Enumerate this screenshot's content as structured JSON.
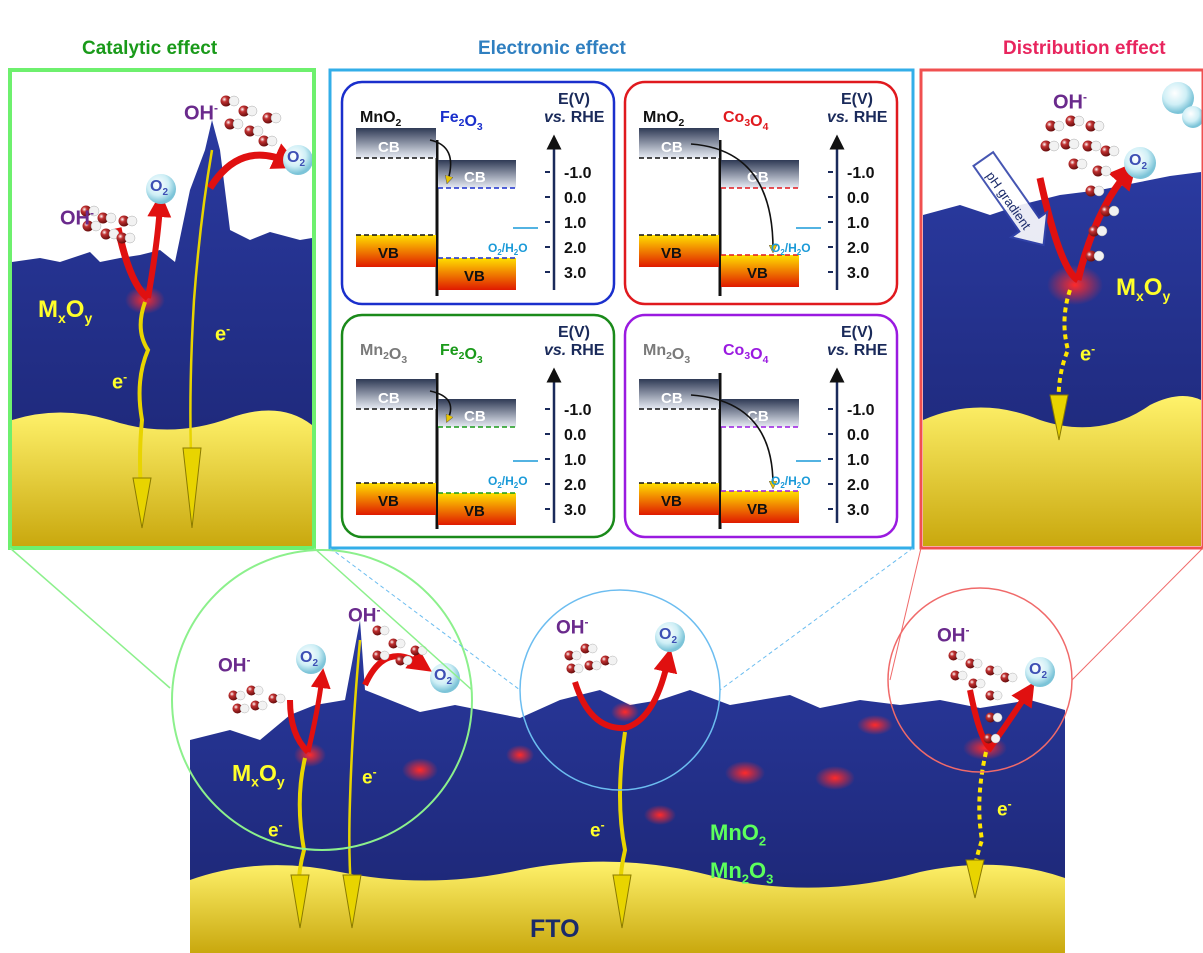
{
  "headers": {
    "catalytic": "Catalytic effect",
    "electronic": "Electronic effect",
    "distribution": "Distribution effect"
  },
  "colors": {
    "catalytic": "#1a9a1a",
    "electronic": "#2f7fc0",
    "distribution": "#e8255e",
    "oh_label": "#6a2a8c",
    "o2_label": "#3d4fb4",
    "yellow_label": "#ffff2a",
    "green_label": "#5cff5c",
    "fto_label": "#1a2a6a"
  },
  "common": {
    "oh": "OH",
    "oh_sup": "-",
    "o2": "O",
    "o2_sub": "2",
    "electron": "e",
    "electron_sup": "-",
    "mxoy": "MxOy"
  },
  "energy_panels": [
    {
      "left": "MnO2",
      "right": "Fe2O3",
      "left_color": "#111111",
      "right_color": "#1a2fcc",
      "border": "#1a2fcc"
    },
    {
      "left": "MnO2",
      "right": "Co3O4",
      "left_color": "#111111",
      "right_color": "#e0191e",
      "border": "#e0191e"
    },
    {
      "left": "Mn2O3",
      "right": "Fe2O3",
      "left_color": "#7a7a7a",
      "right_color": "#1a9a1a",
      "border": "#1a8a1a"
    },
    {
      "left": "Mn2O3",
      "right": "Co3O4",
      "left_color": "#7a7a7a",
      "right_color": "#9a1ae0",
      "border": "#9a1ae0"
    }
  ],
  "axis": {
    "title_line1": "E(V)",
    "title_line2_italic": "vs.",
    "title_line2": " RHE",
    "ticks": [
      "-1.0",
      "0.0",
      "1.0",
      "2.0",
      "3.0"
    ]
  },
  "bands": {
    "cb": "CB",
    "vb": "VB",
    "redox": "O2/H2O"
  },
  "labels": {
    "ph_gradient": "pH gradient",
    "materials_line1": "MnO2",
    "materials_line2": "Mn2O3",
    "fto": "FTO"
  }
}
